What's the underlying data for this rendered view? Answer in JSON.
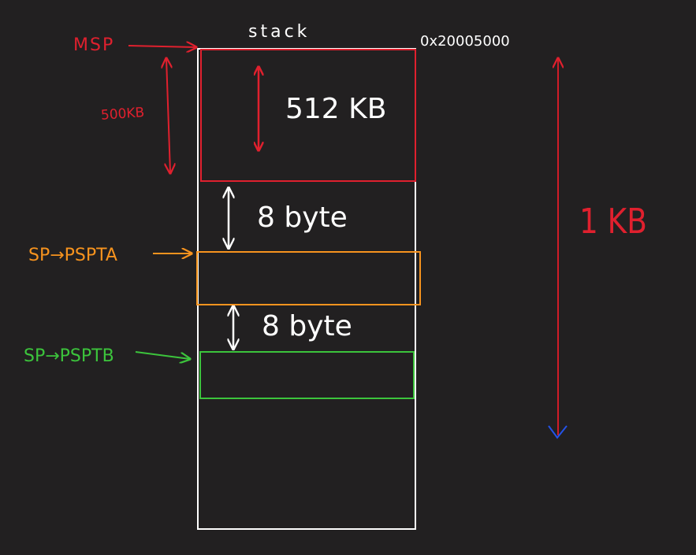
{
  "diagram": {
    "stack_label": "stack",
    "address_label": "0x20005000",
    "msp_label": "MSP",
    "msp_size_label": "500KB",
    "msp_block_label": "512 KB",
    "gap_a_label": "8 byte",
    "gap_b_label": "8 byte",
    "task_a_pointer_label": "SP→PSPTA",
    "task_b_pointer_label": "SP→PSPTB",
    "total_size_label": "1 KB"
  },
  "colors": {
    "background": "#222021",
    "stack_outline": "#ffffff",
    "msp": "#e0202e",
    "task_a": "#f7931e",
    "task_b": "#3cc43c",
    "total_arrow": "#d01c28",
    "arrow_tip_bottom": "#2452e8",
    "text": "#ffffff"
  }
}
